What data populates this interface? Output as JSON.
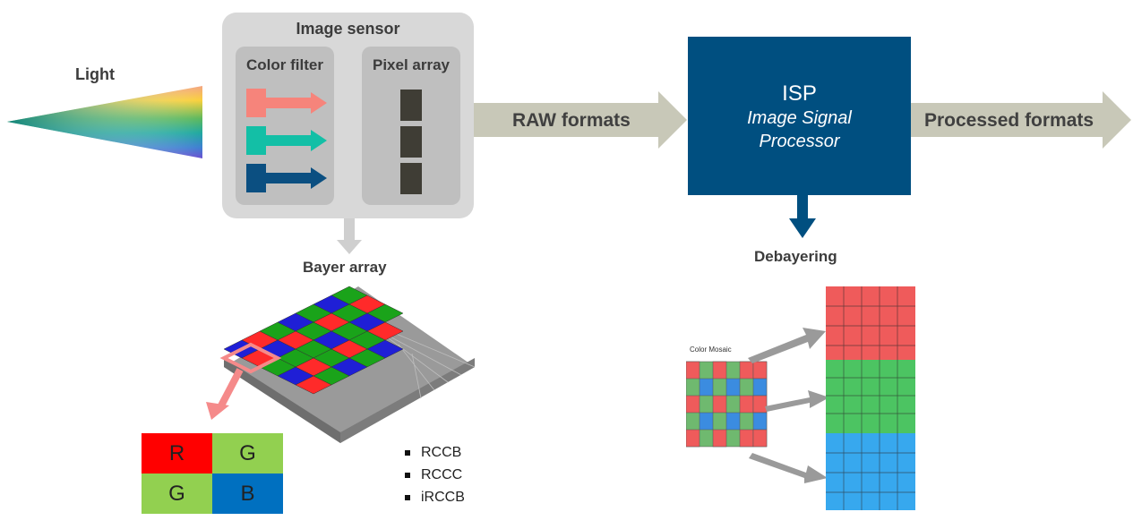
{
  "light": {
    "label": "Light"
  },
  "sensor": {
    "title": "Image sensor",
    "color_filter_label": "Color filter",
    "pixel_array_label": "Pixel array"
  },
  "raw_label": "RAW formats",
  "isp": {
    "title": "ISP",
    "subtitle_line1": "Image Signal",
    "subtitle_line2": "Processor"
  },
  "processed_label": "Processed formats",
  "bayer": {
    "label": "Bayer array"
  },
  "debayering": {
    "label": "Debayering",
    "mosaic_label": "Color Mosaic"
  },
  "rggb": [
    "R",
    "G",
    "G",
    "B"
  ],
  "bayer_variants": [
    "RCCB",
    "RCCC",
    "iRCCB"
  ],
  "colors": {
    "red": "#ff0000",
    "green": "#92d050",
    "blue": "#0070c0",
    "isp_blue": "#004f80",
    "arrow_gray": "#c8c8b8"
  }
}
